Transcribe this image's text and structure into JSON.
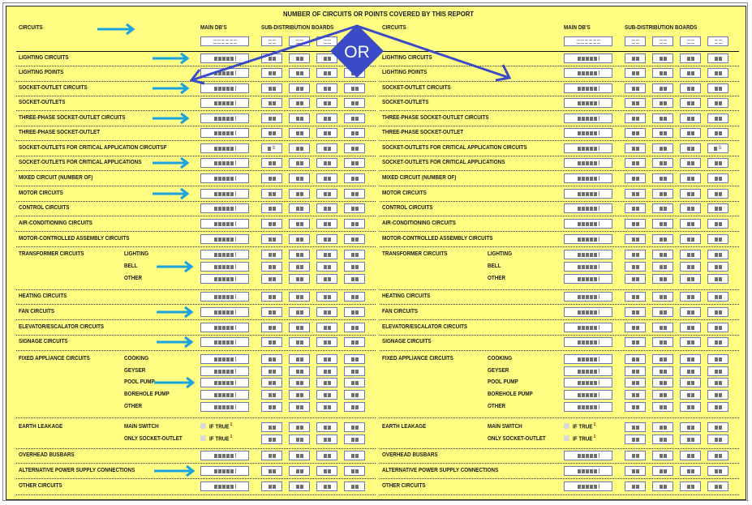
{
  "title": "NUMBER OF CIRCUITS OR POINTS COVERED BY THIS REPORT",
  "headers": {
    "circuits": "CIRCUITS",
    "main_db": "MAIN DB'S",
    "sub_db": "SUB-DISTRIBUTION BOARDS"
  },
  "or_label": "OR",
  "if_true": "IF TRUE",
  "footnote_mark": "1",
  "box_marker": "S",
  "left_groups": [
    {
      "label": "LIGHTING CIRCUITS",
      "rows": [
        ""
      ]
    },
    {
      "label": "LIGHTING POINTS",
      "rows": [
        ""
      ]
    },
    {
      "label": "SOCKET-OUTLET CIRCUITS",
      "rows": [
        ""
      ]
    },
    {
      "label": "SOCKET-OUTLETS",
      "rows": [
        ""
      ]
    },
    {
      "label": "THREE-PHASE SOCKET-OUTLET CIRCUITS",
      "rows": [
        ""
      ]
    },
    {
      "label": "THREE-PHASE SOCKET-OUTLET",
      "rows": [
        ""
      ]
    },
    {
      "label": "SOCKET-OUTLETS FOR CRITICAL APPLICATION CIRCUITSF",
      "rows": [
        ""
      ]
    },
    {
      "label": "SOCKET-OUTLETS FOR CRITICAL APPLICATIONS",
      "rows": [
        ""
      ]
    },
    {
      "label": "MIXED CIRCUIT (NUMBER OF)",
      "rows": [
        ""
      ]
    },
    {
      "label": "MOTOR CIRCUITS",
      "rows": [
        ""
      ]
    },
    {
      "label": "CONTROL CIRCUITS",
      "rows": [
        ""
      ]
    },
    {
      "label": "AIR-CONDITIONING CIRCUITS",
      "rows": [
        ""
      ]
    },
    {
      "label": "MOTOR-CONTROLLED ASSEMBLY CIRCUITS",
      "rows": [
        ""
      ]
    },
    {
      "label": "TRANSFORMER CIRCUITS",
      "rows": [
        "LIGHTING",
        "BELL",
        "OTHER"
      ]
    },
    {
      "label": "HEATING CIRCUITS",
      "rows": [
        ""
      ]
    },
    {
      "label": "FAN CIRCUITS",
      "rows": [
        ""
      ]
    },
    {
      "label": "ELEVATOR/ESCALATOR CIRCUITS",
      "rows": [
        ""
      ]
    },
    {
      "label": "SIGNAGE CIRCUITS",
      "rows": [
        ""
      ]
    },
    {
      "label": "FIXED APPLIANCE CIRCUITS",
      "rows": [
        "COOKING",
        "GEYSER",
        "POOL PUMP",
        "BOREHOLE PUMP",
        "OTHER"
      ]
    },
    {
      "label": "EARTH LEAKAGE",
      "rows": [
        "MAIN SWITCH",
        "ONLY SOCKET-OUTLET"
      ]
    },
    {
      "label": "OVERHEAD BUSBARS",
      "rows": [
        ""
      ]
    },
    {
      "label": "ALTERNATIVE POWER SUPPLY CONNECTIONS",
      "rows": [
        ""
      ]
    },
    {
      "label": "OTHER CIRCUITS",
      "rows": [
        ""
      ]
    }
  ],
  "right_critical_label": "SOCKET-OUTLETS FOR CRITICAL APPLICATION CIRCUITS",
  "colors": {
    "sheet": "#fffd82",
    "arrow": "#1aa3e0",
    "or": "#3b4bc8"
  }
}
